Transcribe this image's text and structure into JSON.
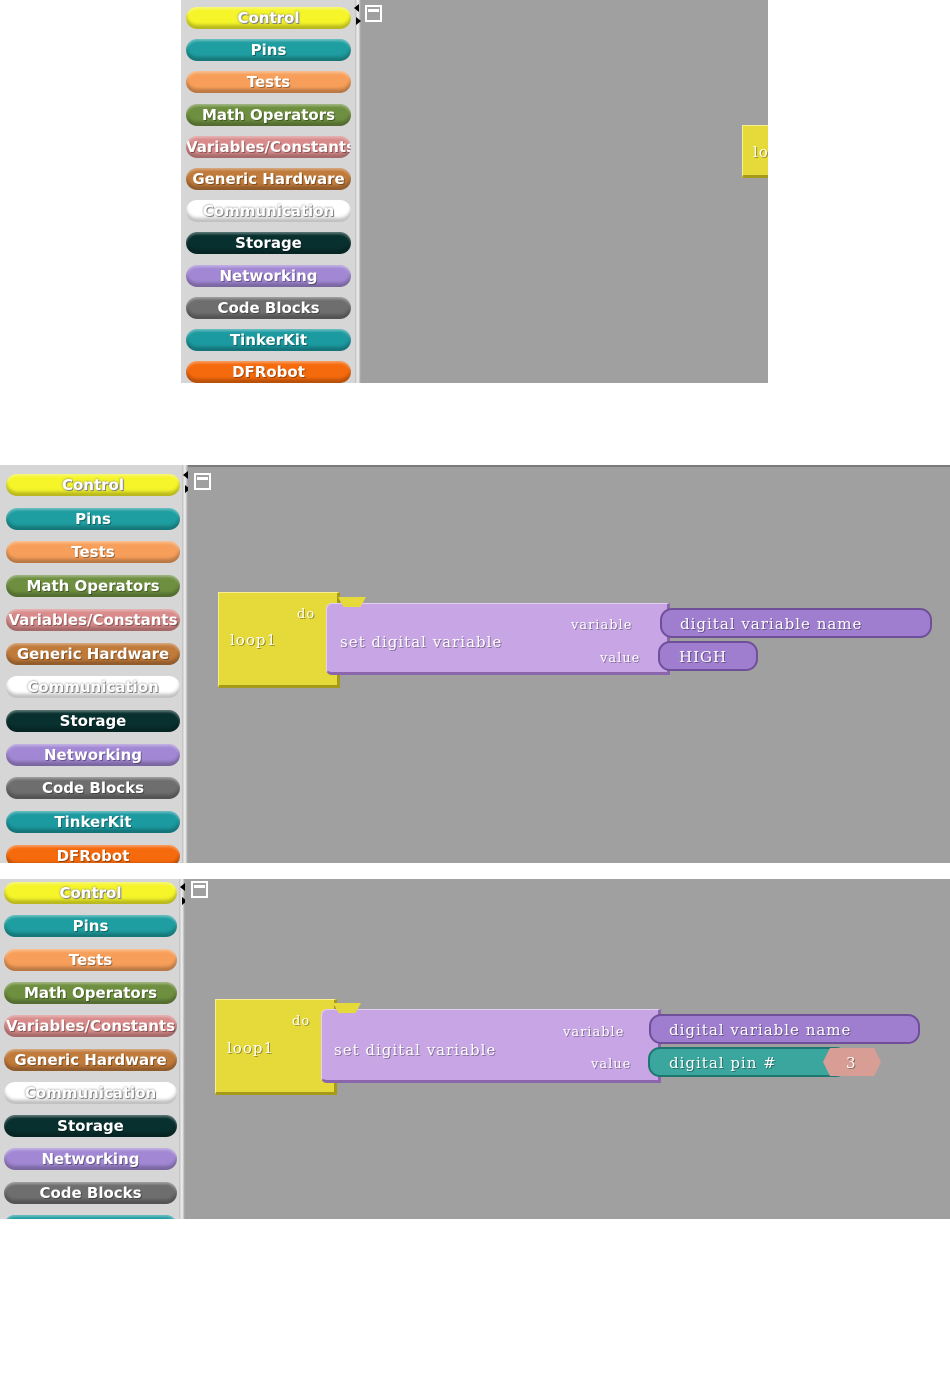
{
  "categories": [
    {
      "label": "Control",
      "color": "#f5f52a",
      "light": true
    },
    {
      "label": "Pins",
      "color": "#1e9ea0"
    },
    {
      "label": "Tests",
      "color": "#f79f5a"
    },
    {
      "label": "Math Operators",
      "color": "#6e8f3f"
    },
    {
      "label": "Variables/Constants",
      "color": "#d98b8b"
    },
    {
      "label": "Generic Hardware",
      "color": "#c07a3a"
    },
    {
      "label": "Communication",
      "color": "#ffffff",
      "light": true
    },
    {
      "label": "Storage",
      "color": "#08302e"
    },
    {
      "label": "Networking",
      "color": "#a288d4"
    },
    {
      "label": "Code Blocks",
      "color": "#6e6e6e"
    },
    {
      "label": "TinkerKit",
      "color": "#1b9aa0"
    },
    {
      "label": "DFRobot",
      "color": "#f56a0c"
    }
  ],
  "blocks": {
    "loop_label": "loop1",
    "do_label": "do",
    "set_label": "set digital variable",
    "variable_label": "variable",
    "value_label": "value",
    "variable_name": "digital variable name",
    "high_value": "HIGH",
    "pin_label": "digital pin  #",
    "pin_number": "3"
  },
  "colors": {
    "canvas": "#a0a0a0",
    "sidebar": "#d6d6d6",
    "loop_block": "#e6d93a",
    "set_block": "#c8a6e6"
  }
}
